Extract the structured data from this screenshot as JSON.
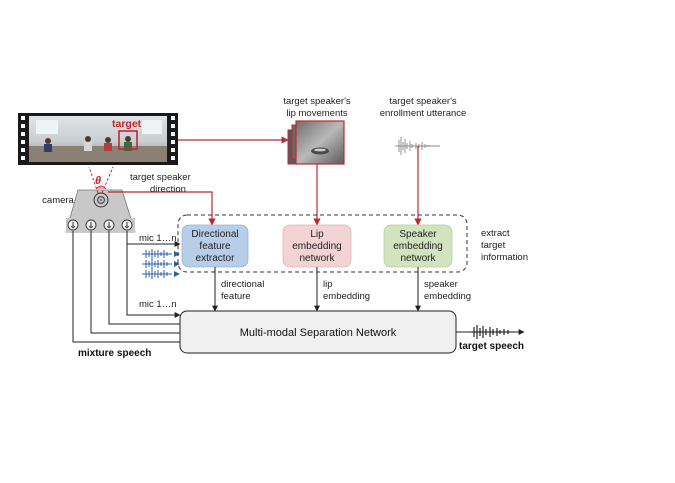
{
  "video": {
    "target_label": "target"
  },
  "camera": {
    "label": "camera",
    "theta": "θ"
  },
  "inputs": {
    "lip": {
      "line1": "target speaker's",
      "line2": "lip movements"
    },
    "enroll": {
      "line1": "target speaker's",
      "line2": "enrollment utterance"
    },
    "direction": {
      "line1": "target speaker",
      "line2": "direction"
    }
  },
  "mics": {
    "label_top": "mic 1…n",
    "label_bottom": "mic 1…n",
    "mixture_label": "mixture speech"
  },
  "modules": {
    "directional": {
      "line1": "Directional",
      "line2": "feature",
      "line3": "extractor",
      "color": "#b7cde8"
    },
    "lip": {
      "line1": "Lip",
      "line2": "embedding",
      "line3": "network",
      "color": "#f3d3d3"
    },
    "speaker": {
      "line1": "Speaker",
      "line2": "embedding",
      "line3": "network",
      "color": "#d2e3bf"
    }
  },
  "extract_group": {
    "line1": "extract",
    "line2": "target",
    "line3": "information"
  },
  "features": {
    "directional": {
      "line1": "directional",
      "line2": "feature"
    },
    "lip": {
      "line1": "lip",
      "line2": "embedding"
    },
    "speaker": {
      "line1": "speaker",
      "line2": "embedding"
    }
  },
  "separation": {
    "label": "Multi-modal Separation Network",
    "color": "#f0f0f0"
  },
  "output": {
    "label": "target speech"
  },
  "colors": {
    "accent_red": "#c0282d",
    "wave_blue": "#2f5fa8"
  }
}
